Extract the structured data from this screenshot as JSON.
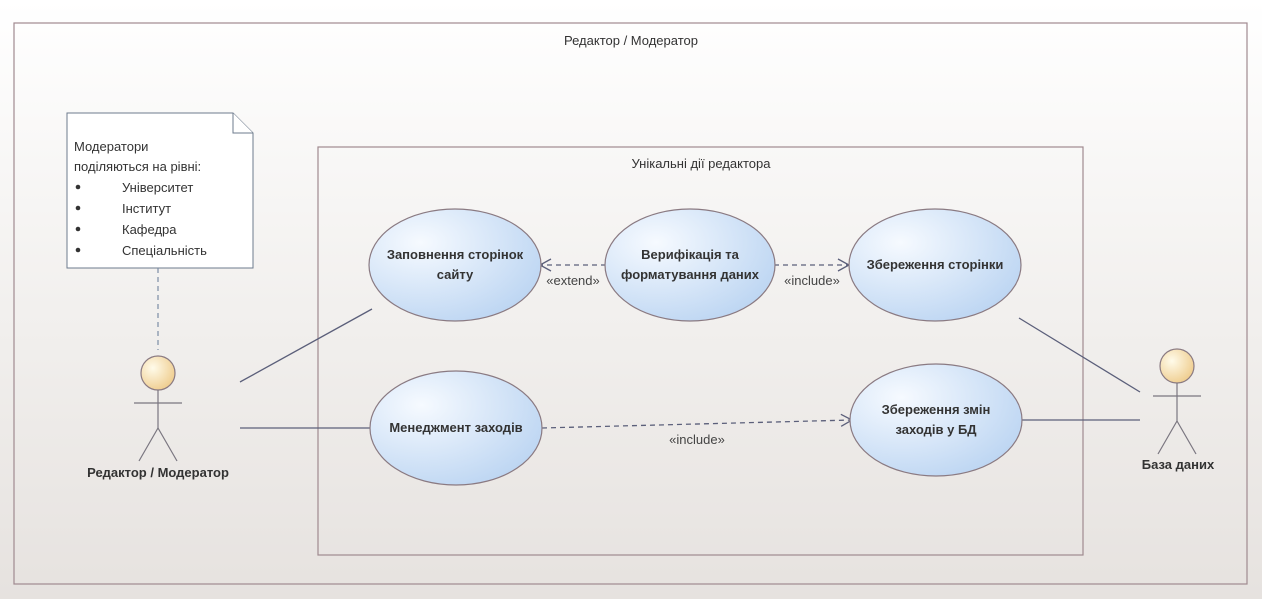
{
  "outer_boundary": {
    "title": "Редактор / Модератор"
  },
  "inner_boundary": {
    "title": "Унікальні дії редактора"
  },
  "note": {
    "heading_lines": [
      "Модератори",
      "поділяються на рівні:"
    ],
    "items": [
      "Університет",
      "Інститут",
      "Кафедра",
      "Спеціальність"
    ]
  },
  "actors": {
    "editor": {
      "label": "Редактор / Модератор"
    },
    "database": {
      "label": "База даних"
    }
  },
  "use_cases": {
    "fill_pages": {
      "lines": [
        "Заповнення сторінок",
        "сайту"
      ]
    },
    "verify_format": {
      "lines": [
        "Верифікація та",
        "форматування даних"
      ]
    },
    "save_page": {
      "lines": [
        "Збереження сторінки"
      ]
    },
    "manage_events": {
      "lines": [
        "Менеджмент заходів"
      ]
    },
    "save_event_changes": {
      "lines": [
        "Збереження змін",
        "заходів у БД"
      ]
    }
  },
  "relations": {
    "extend_label": "«extend»",
    "include_label_1": "«include»",
    "include_label_2": "«include»"
  },
  "colors": {
    "frame": "#a08a90",
    "usecase_fill_light": "#f4f9ff",
    "usecase_fill_dark": "#bcd6f3",
    "usecase_stroke": "#8a7a82",
    "actor_head_light": "#fffbe9",
    "actor_head_dark": "#f0cf90",
    "line": "#5b5f7a",
    "text": "#333333"
  }
}
